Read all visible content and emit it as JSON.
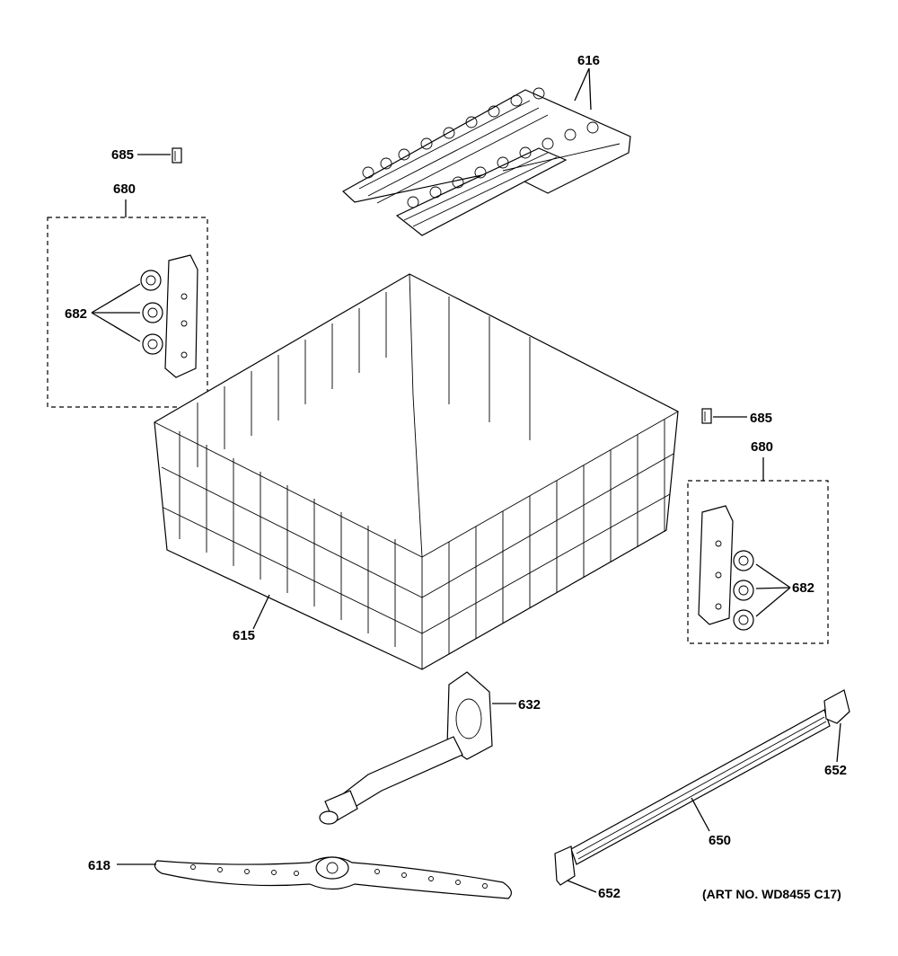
{
  "labels": {
    "p616": "616",
    "p685_left": "685",
    "p680_left": "680",
    "p682_left": "682",
    "p685_right": "685",
    "p680_right": "680",
    "p682_right": "682",
    "p615": "615",
    "p632": "632",
    "p652_top": "652",
    "p650": "650",
    "p618": "618",
    "p652_bottom": "652"
  },
  "art_no": "(ART NO. WD8455 C17)"
}
